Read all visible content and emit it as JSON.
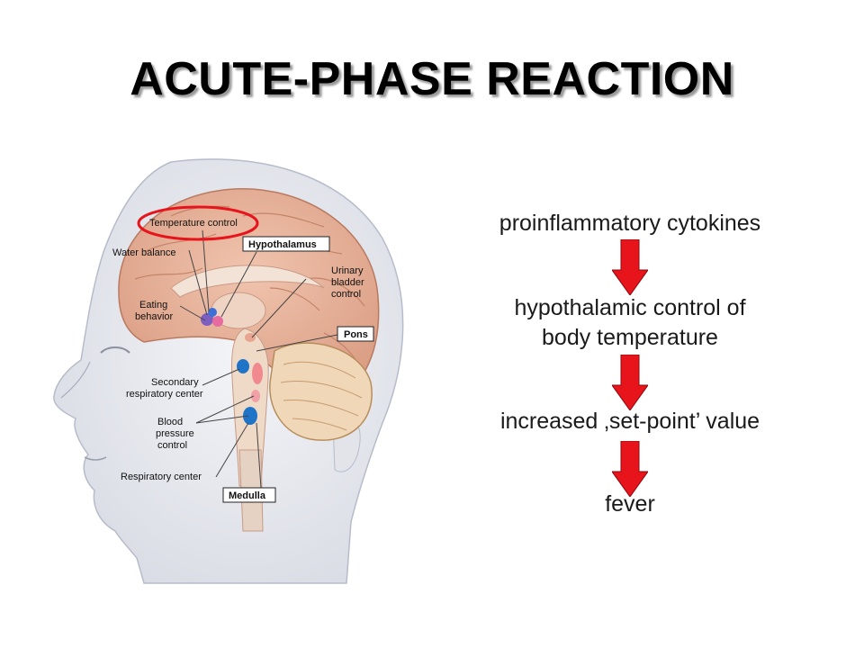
{
  "title": "ACUTE-PHASE REACTION",
  "diagram": {
    "labels": {
      "temperature_control": "Temperature control",
      "water_balance": "Water balance",
      "hypothalamus": "Hypothalamus",
      "urinary_line1": "Urinary",
      "urinary_line2": "bladder",
      "urinary_line3": "control",
      "eating_line1": "Eating",
      "eating_line2": "behavior",
      "pons": "Pons",
      "secondary_line1": "Secondary",
      "secondary_line2": "respiratory center",
      "blood_line1": "Blood",
      "blood_line2": "pressure",
      "blood_line3": "control",
      "respiratory_center": "Respiratory center",
      "medulla": "Medulla"
    }
  },
  "flow": {
    "step1": "proinflammatory cytokines",
    "step2_line1": "hypothalamic control of",
    "step2_line2": "body temperature",
    "step3": "increased ‚set-point’ value",
    "step4": "fever"
  },
  "colors": {
    "arrow_fill": "#e8141c",
    "highlight_ellipse": "#e8141c",
    "brain": "#e9b7a0",
    "skin": "#eceef3"
  }
}
